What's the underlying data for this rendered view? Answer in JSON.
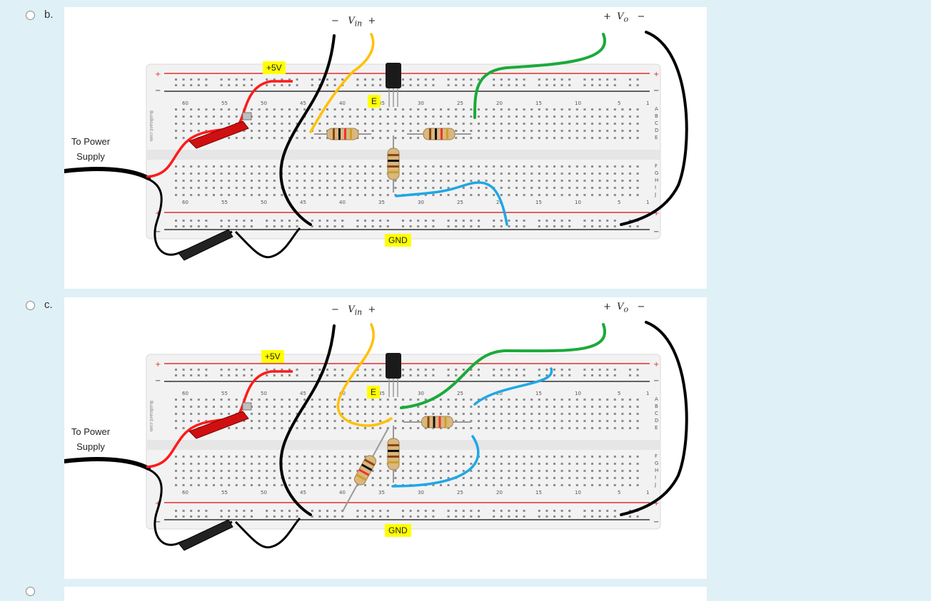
{
  "options": [
    {
      "label": "b.",
      "power_supply_label": "To Power\nSupply",
      "plus5v": "+5V",
      "emitter": "E",
      "gnd": "GND",
      "vin_minus": "−",
      "vin_label": "V",
      "vin_sub": "in",
      "vin_plus": "+",
      "vo_plus": "+",
      "vo_label": "V",
      "vo_sub": "o",
      "vo_minus": "−"
    },
    {
      "label": "c.",
      "power_supply_label": "To Power\nSupply",
      "plus5v": "+5V",
      "emitter": "E",
      "gnd": "GND",
      "vin_minus": "−",
      "vin_label": "V",
      "vin_sub": "in",
      "vin_plus": "+",
      "vo_plus": "+",
      "vo_label": "V",
      "vo_sub": "o",
      "vo_minus": "−"
    }
  ],
  "breadboard": {
    "top_numbers": [
      "60",
      "55",
      "50",
      "45",
      "40",
      "35",
      "30",
      "25",
      "20",
      "15",
      "10",
      "5",
      "1"
    ],
    "bottom_numbers": [
      "60",
      "55",
      "50",
      "45",
      "40",
      "35",
      "30",
      "25",
      "20",
      "15",
      "10",
      "5",
      "1"
    ],
    "row_letters_top": [
      "A",
      "B",
      "C",
      "D",
      "E"
    ],
    "row_letters_bottom": [
      "F",
      "G",
      "H",
      "I",
      "J"
    ],
    "side_brand": "BusBoard.com",
    "rail_plus": "+",
    "rail_minus": "−"
  },
  "colors": {
    "background": "#dff0f7",
    "wire_red": "#ff1a1a",
    "wire_yellow": "#ffc000",
    "wire_green": "#1aaa3a",
    "wire_blue": "#1ea7e6",
    "wire_black": "#000000",
    "label_yellow": "#ffff00"
  }
}
